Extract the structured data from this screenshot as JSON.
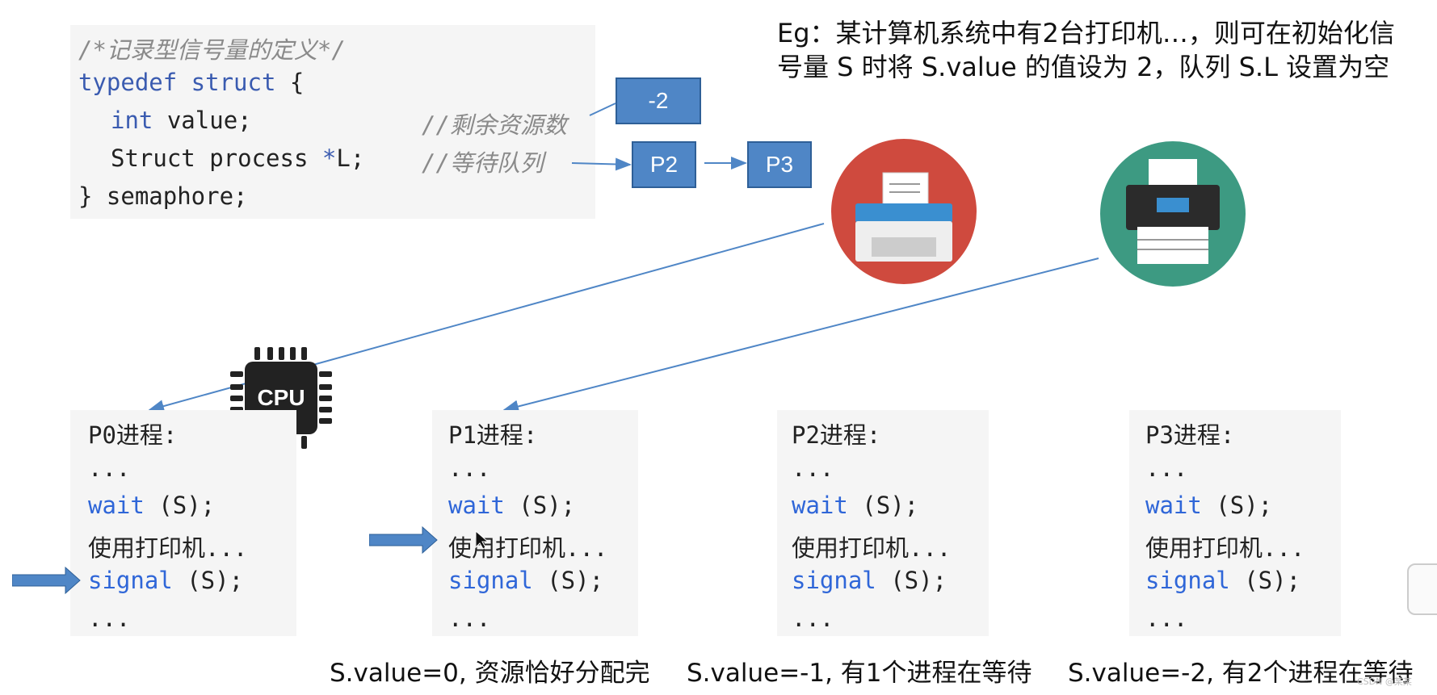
{
  "struct_code": {
    "comment": "/*记录型信号量的定义*/",
    "typedef_kw": "typedef struct",
    "brace_open": " {",
    "int_kw": "int",
    "value_decl": " value;",
    "value_comment": "//剩余资源数",
    "process_decl": "Struct process ",
    "ptr": "*",
    "L_decl": "L;",
    "queue_comment": "//等待队列",
    "closing": "} semaphore;"
  },
  "value_box": "-2",
  "queue": [
    "P2",
    "P3"
  ],
  "example": "Eg：某计算机系统中有2台打印机…，则可在初始化信号量 S 时将 S.value 的值设为 2，队列 S.L 设置为空",
  "cpu_label": "CPU",
  "processes": [
    {
      "title": "P0进程:",
      "line1": "...",
      "wait_fn": "wait",
      "wait_arg": " (S);",
      "use_line": "使用打印机...",
      "signal_fn": "signal",
      "signal_arg": " (S);",
      "line6": "..."
    },
    {
      "title": "P1进程:",
      "line1": "...",
      "wait_fn": "wait",
      "wait_arg": " (S);",
      "use_line": "使用打印机...",
      "signal_fn": "signal",
      "signal_arg": " (S);",
      "line6": "..."
    },
    {
      "title": "P2进程:",
      "line1": "...",
      "wait_fn": "wait",
      "wait_arg": " (S);",
      "use_line": "使用打印机...",
      "signal_fn": "signal",
      "signal_arg": " (S);",
      "line6": "..."
    },
    {
      "title": "P3进程:",
      "line1": "...",
      "wait_fn": "wait",
      "wait_arg": " (S);",
      "use_line": "使用打印机...",
      "signal_fn": "signal",
      "signal_arg": " (S);",
      "line6": "..."
    }
  ],
  "status": [
    "S.value=0, 资源恰好分配完",
    "S.value=-1, 有1个进程在等待",
    "S.value=-2, 有2个进程在等待"
  ],
  "watermark": "CSDN @某某"
}
